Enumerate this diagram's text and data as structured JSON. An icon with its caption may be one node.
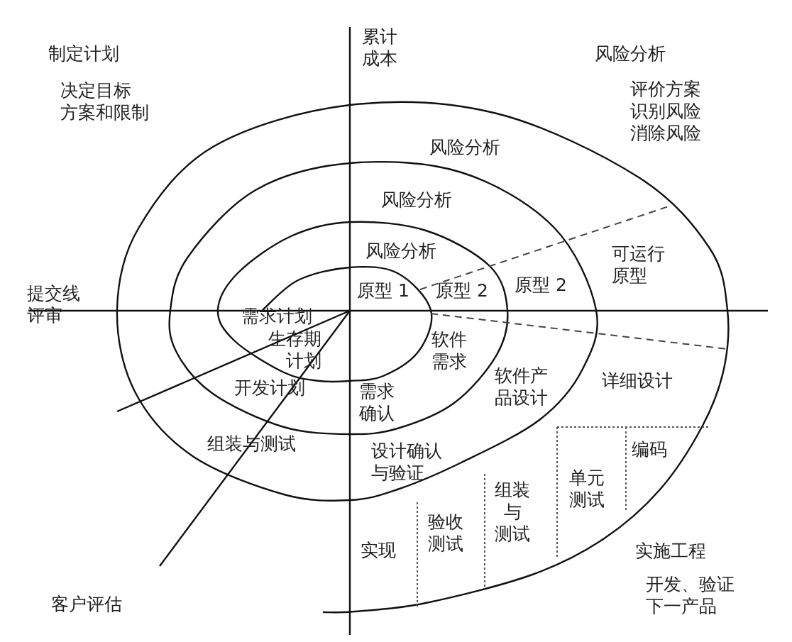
{
  "diagram": {
    "labels": [
      "制定计划",
      "累计成本",
      "风险分析",
      "决定目标方案和限制",
      "评价方案识别风险消除风险",
      "风险分析",
      "风险分析",
      "风险分析",
      "可运行原型",
      "原型 1",
      "原型 2",
      "原型 2",
      "提交线评审",
      "需求计划",
      "生存期计划",
      "软件需求",
      "软件产品设计",
      "详细设计",
      "开发计划",
      "需求确认",
      "组装与测试",
      "设计确认与验证",
      "编码",
      "单元测试",
      "组装与测试",
      "实现",
      "验收测试",
      "实施工程",
      "开发、验证下一产品",
      "客户评估"
    ]
  }
}
